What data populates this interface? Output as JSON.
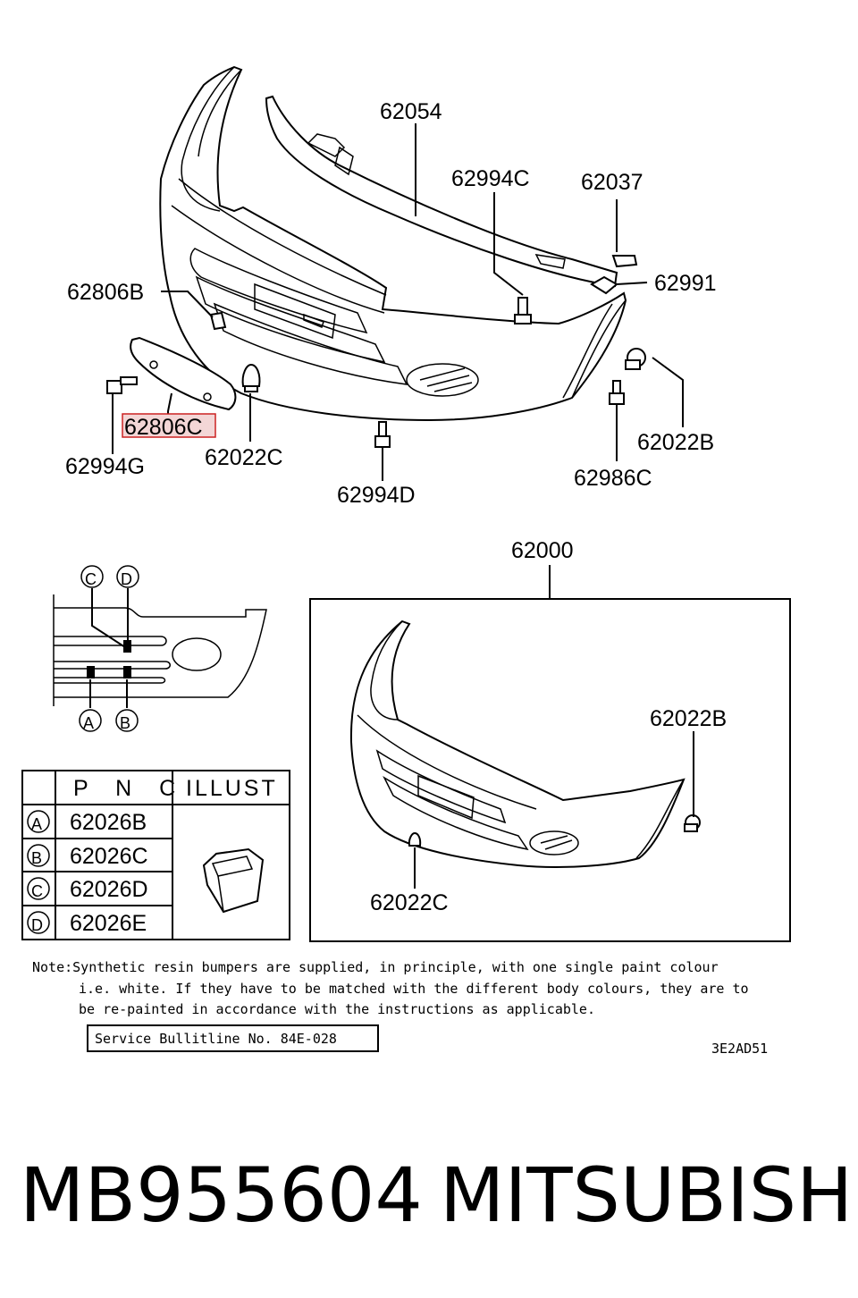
{
  "callouts": {
    "p62054": "62054",
    "p62994C": "62994C",
    "p62037": "62037",
    "p62991": "62991",
    "p62806B": "62806B",
    "p62806C": "62806C",
    "p62994G": "62994G",
    "p62022C_top": "62022C",
    "p62994D": "62994D",
    "p62022B_top": "62022B",
    "p62986C": "62986C",
    "p62000": "62000",
    "p62022B_box": "62022B",
    "p62022C_box": "62022C"
  },
  "detail_markers": {
    "C": "C",
    "D": "D",
    "A": "A",
    "B": "B"
  },
  "pnc_table": {
    "headers": [
      "P N C",
      "ILLUST"
    ],
    "rows": [
      {
        "marker": "A",
        "pnc": "62026B"
      },
      {
        "marker": "B",
        "pnc": "62026C"
      },
      {
        "marker": "C",
        "pnc": "62026D"
      },
      {
        "marker": "D",
        "pnc": "62026E"
      }
    ]
  },
  "note": {
    "line1": "Note:Synthetic resin bumpers are supplied, in principle, with one single paint colour",
    "line2": "i.e. white. If they have to be matched with the different body colours, they are to",
    "line3": "be re-painted in accordance with the instructions as applicable."
  },
  "service_bulletin": "Service Bullitline No. 84E-028",
  "diagram_code": "3E2AD51",
  "footer": {
    "part_number": "MB955604",
    "brand": "MITSUBISHI"
  },
  "colors": {
    "highlight_fill": "#f3d6d6",
    "highlight_stroke": "#cc2222"
  }
}
